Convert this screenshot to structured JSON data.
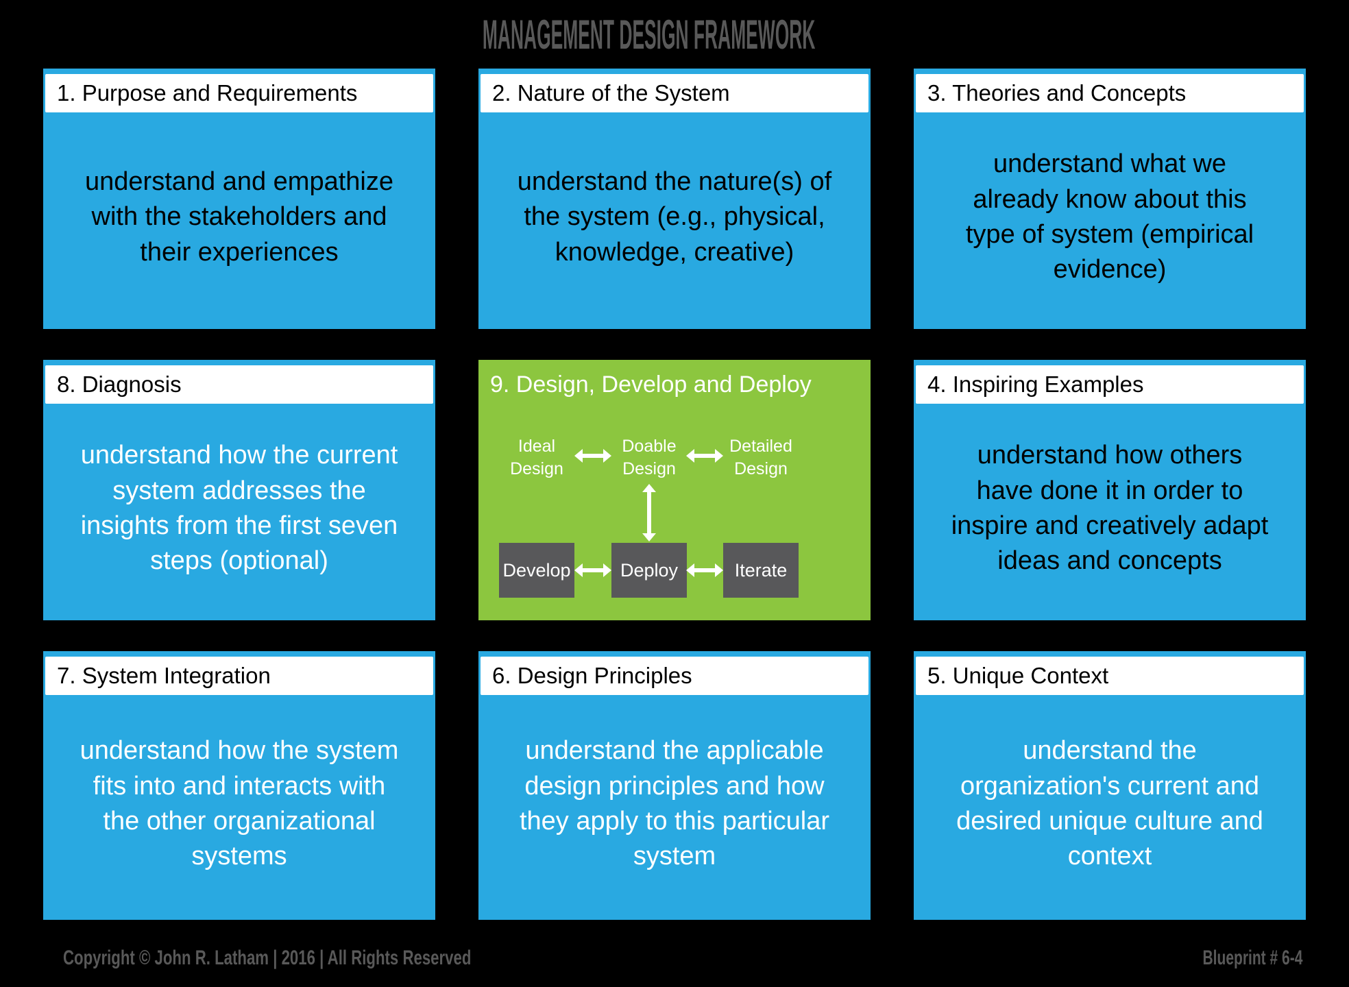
{
  "title": "MANAGEMENT DESIGN FRAMEWORK",
  "colors": {
    "background": "#000000",
    "box_blue": "#29A9E1",
    "box_green": "#8CC63F",
    "action_box_gray": "#58585A",
    "header_bar": "#ffffff",
    "title_gray": "#595959"
  },
  "boxes": [
    {
      "header": "1. Purpose and Requirements",
      "body": "understand and empathize\nwith the stakeholders and\ntheir experiences",
      "body_color": "#000000"
    },
    {
      "header": "2. Nature of the System",
      "body": "understand the nature(s) of\nthe system (e.g., physical,\nknowledge, creative)",
      "body_color": "#000000"
    },
    {
      "header": "3. Theories and Concepts",
      "body": "understand what we\nalready know about this\ntype of system (empirical\nevidence)",
      "body_color": "#000000"
    },
    {
      "header": "8. Diagnosis",
      "body": "understand how the current\nsystem addresses the\ninsights from the first seven\nsteps (optional)",
      "body_color": "#ffffff"
    },
    {
      "header": "4. Inspiring Examples",
      "body": "understand how others\nhave done it in order to\ninspire and creatively adapt\nideas and concepts",
      "body_color": "#000000"
    },
    {
      "header": "7. System Integration",
      "body": "understand how the system\nfits into and interacts with\nthe other organizational\nsystems",
      "body_color": "#ffffff"
    },
    {
      "header": "6. Design Principles",
      "body": "understand the applicable\ndesign principles and how\nthey apply to this particular\nsystem",
      "body_color": "#ffffff"
    },
    {
      "header": "5. Unique Context",
      "body": "understand the\norganization's current and\ndesired unique culture and\ncontext",
      "body_color": "#ffffff"
    }
  ],
  "process": {
    "header": "9. Design, Develop and Deploy",
    "design_labels": [
      "Ideal\nDesign",
      "Doable\nDesign",
      "Detailed\nDesign"
    ],
    "action_labels": [
      "Develop",
      "Deploy",
      "Iterate"
    ]
  },
  "footer": {
    "left": "Copyright © John R. Latham  |  2016  |  All Rights Reserved",
    "right": "Blueprint # 6-4"
  }
}
